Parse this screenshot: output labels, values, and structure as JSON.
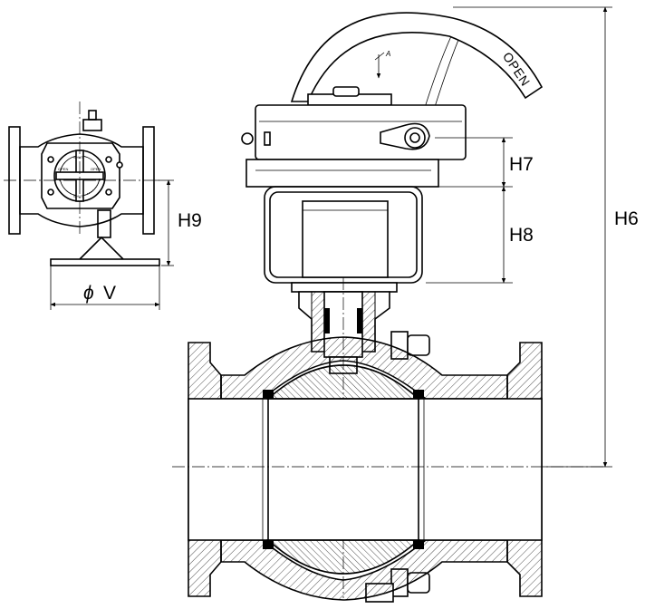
{
  "labels": {
    "h6": "H6",
    "h7": "H7",
    "h8": "H8",
    "h9": "H9",
    "v": "V",
    "phi": "ϕ",
    "open": "OPEN",
    "view_arrow": "A",
    "shut_top": "SHUT",
    "shut_bottom": "SHUT",
    "open_left": "OPEN",
    "open_right": "OPEN"
  },
  "colors": {
    "line": "#000000",
    "background": "#ffffff"
  }
}
